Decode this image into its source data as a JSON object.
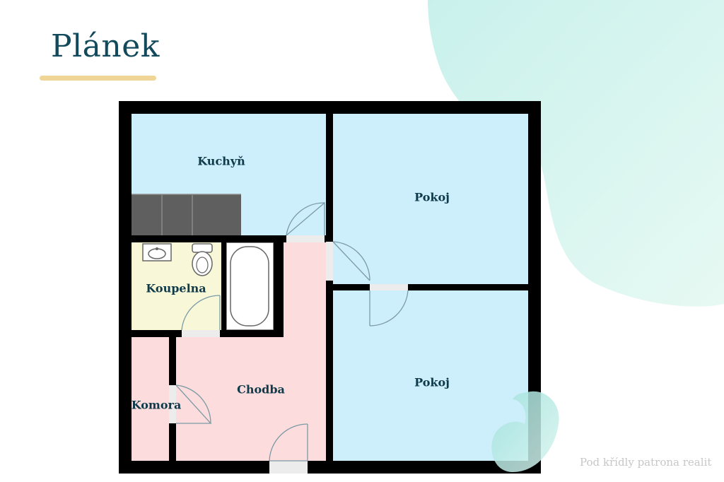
{
  "page": {
    "title": "Plánek"
  },
  "rooms": {
    "kitchen": "Kuchyň",
    "room_top": "Pokoj",
    "bathroom": "Koupelna",
    "hallway": "Chodba",
    "room_bottom": "Pokoj",
    "storage": "Komora"
  },
  "watermark": "Pod křídly patrona realit",
  "colors": {
    "title": "#124a5c",
    "accent_underline": "#efd596",
    "kitchen": "#cdeefb",
    "rooms": "#cdeefb",
    "bathroom": "#f8f8d8",
    "hallway": "#fcdcdc",
    "walls": "#000000",
    "decor": "#d9f5ee"
  }
}
